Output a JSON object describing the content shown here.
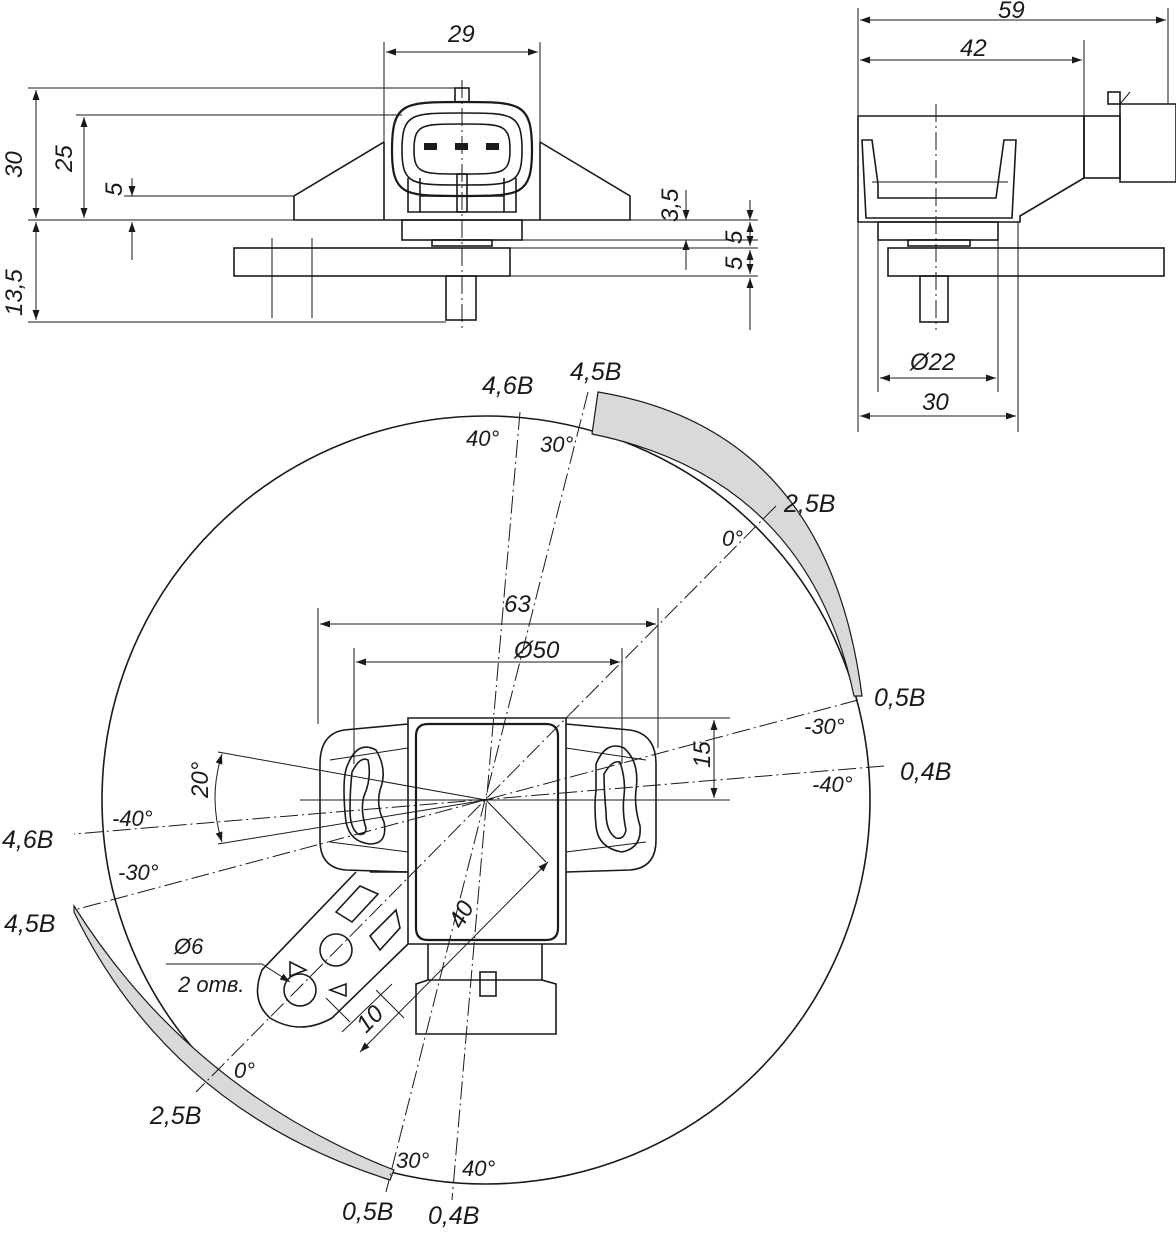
{
  "colors": {
    "line": "#1a1a1a",
    "sector_fill": "#d9d9d9",
    "background": "#ffffff"
  },
  "front_view": {
    "dims": {
      "width_29": "29",
      "height_30": "30",
      "height_25": "25",
      "height_5": "5",
      "thick_3_5": "3,5",
      "thick_5a": "5",
      "thick_5b": "5",
      "height_13_5": "13,5"
    }
  },
  "side_view": {
    "dims": {
      "length_59": "59",
      "length_42": "42",
      "diameter_22": "Ø22",
      "width_30": "30"
    }
  },
  "top_view": {
    "dims": {
      "width_63": "63",
      "diameter_50": "Ø50",
      "offset_15": "15",
      "angle_20": "20°",
      "dist_40": "40",
      "dist_10": "10"
    },
    "hole_note": {
      "diameter": "Ø6",
      "count": "2 отв."
    },
    "voltage_labels": {
      "v46_top": "4,6В",
      "v45_top": "4,5В",
      "v25_right": "2,5В",
      "v05_right": "0,5В",
      "v04_right": "0,4В",
      "v46_left": "4,6В",
      "v45_left": "4,5В",
      "v25_bottom": "2,5В",
      "v05_bottom": "0,5В",
      "v04_bottom": "0,4В"
    },
    "angle_labels": {
      "a40_top": "40°",
      "a30_top": "30°",
      "a0_right": "0°",
      "a_m30_right": "-30°",
      "a_m40_right": "-40°",
      "a_m40_left": "-40°",
      "a_m30_left": "-30°",
      "a0_bottom": "0°",
      "a30_bottom": "30°",
      "a40_bottom": "40°"
    }
  }
}
